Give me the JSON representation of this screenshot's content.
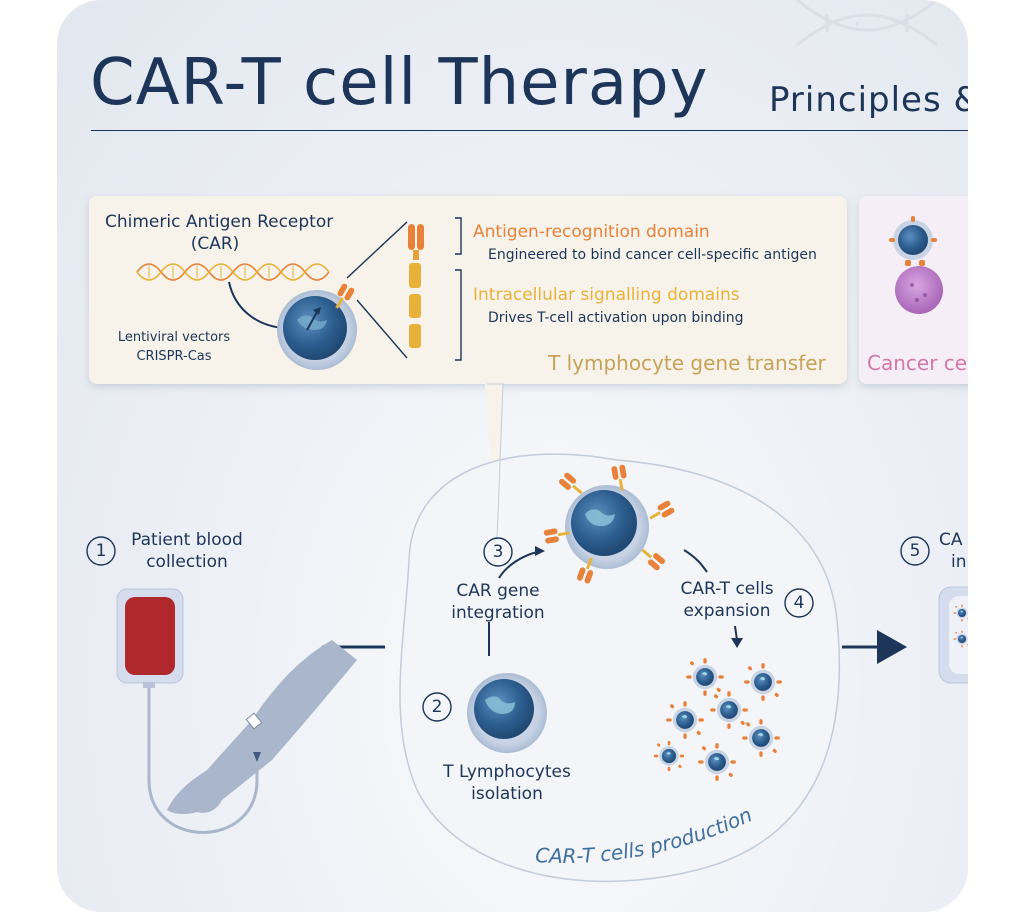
{
  "header": {
    "title": "CAR-T cell Therapy",
    "subtitle": "Principles &"
  },
  "gene_transfer_panel": {
    "car_label_line1": "Chimeric Antigen Receptor",
    "car_label_line2": "(CAR)",
    "vector_line1": "Lentiviral vectors",
    "vector_line2": "CRISPR-Cas",
    "domain1_title": "Antigen-recognition domain",
    "domain1_desc": "Engineered to bind cancer cell-specific antigen",
    "domain2_title": "Intracellular signalling domains",
    "domain2_desc": "Drives T-cell activation upon binding",
    "panel_title": "T lymphocyte gene transfer"
  },
  "cancer_panel": {
    "panel_title": "Cancer ce"
  },
  "steps": [
    {
      "number": "1",
      "line1": "Patient blood",
      "line2": "collection"
    },
    {
      "number": "2",
      "line1": "T Lymphocytes",
      "line2": "isolation"
    },
    {
      "number": "3",
      "line1": "CAR gene",
      "line2": "integration"
    },
    {
      "number": "4",
      "line1": "CAR-T cells",
      "line2": "expansion"
    },
    {
      "number": "5",
      "line1": "CA",
      "line2": "in"
    }
  ],
  "production_label": "CAR-T cells production",
  "colors": {
    "navy": "#1c3558",
    "orange": "#e8823a",
    "yellow": "#e8b23a",
    "khaki": "#c7a35a",
    "pink": "#d377a8",
    "blood": "#b0282c",
    "cell_blue": "#2f6496"
  }
}
